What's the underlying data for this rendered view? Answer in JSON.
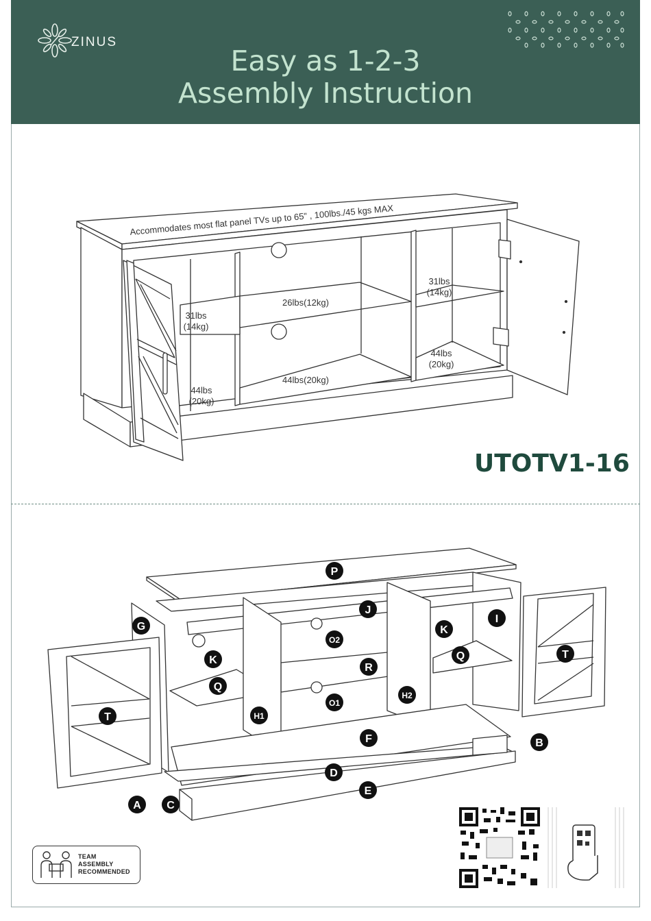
{
  "brand": {
    "name": "ZINUS"
  },
  "header": {
    "title_line1": "Easy as 1-2-3",
    "title_line2": "Assembly Instruction"
  },
  "model": "UTOTV1-16",
  "top_label": "Accommodates most flat panel TVs up to 65\" , 100lbs./45 kgs MAX",
  "weights": {
    "left_upper_1": "31lbs",
    "left_upper_2": "(14kg)",
    "left_lower_1": "44lbs",
    "left_lower_2": "(20kg)",
    "center_upper": "26lbs(12kg)",
    "center_lower": "44lbs(20kg)",
    "right_upper_1": "31lbs",
    "right_upper_2": "(14kg)",
    "right_lower_1": "44lbs",
    "right_lower_2": "(20kg)"
  },
  "parts": {
    "P": "P",
    "J": "J",
    "I": "I",
    "G": "G",
    "K1": "K",
    "K2": "K",
    "O2": "O2",
    "O1": "O1",
    "R": "R",
    "Q1": "Q",
    "Q2": "Q",
    "T1": "T",
    "T2": "T",
    "H1": "H1",
    "H2": "H2",
    "F": "F",
    "B": "B",
    "D": "D",
    "E": "E",
    "A": "A",
    "C": "C"
  },
  "team": {
    "line1": "TEAM",
    "line2": "ASSEMBLY",
    "line3": "RECOMMENDED"
  },
  "colors": {
    "header_bg": "#3b5f55",
    "title": "#c3e3cf",
    "model": "#1f4a3d"
  }
}
